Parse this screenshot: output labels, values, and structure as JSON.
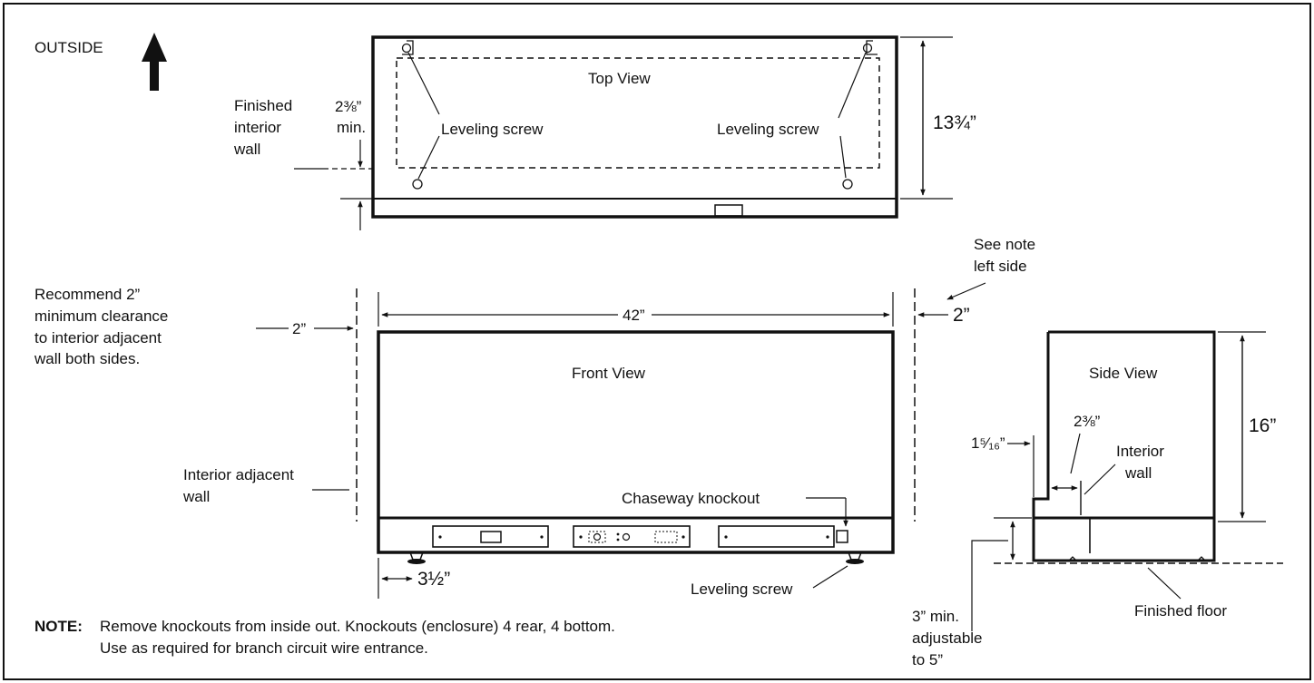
{
  "labels": {
    "outside": "OUTSIDE",
    "top_view": "Top View",
    "front_view": "Front View",
    "side_view": "Side View",
    "finished_interior_wall": [
      "Finished",
      "interior",
      "wall"
    ],
    "two_three_eighths_min": [
      "2⅜”",
      "min."
    ],
    "leveling_screw": "Leveling screw",
    "thirteen_three_quarters": "13¾”",
    "see_note": [
      "See note",
      "left side"
    ],
    "recommend": [
      "Recommend 2”",
      "minimum clearance",
      "to interior adjacent",
      "wall both sides."
    ],
    "two_in_left": "2”",
    "two_in_right": "2”",
    "forty_two": "42”",
    "interior_adjacent_wall": [
      "Interior adjacent",
      "wall"
    ],
    "chaseway_knockout": "Chaseway knockout",
    "three_half": "3½”",
    "sixteen": "16”",
    "one_five_sixteenths": "1⁵⁄₁₆”",
    "two_three_eighths": "2⅜”",
    "interior_wall": [
      "Interior",
      "wall"
    ],
    "three_min": [
      "3” min.",
      "adjustable",
      "to 5”"
    ],
    "finished_floor": "Finished floor",
    "note_label": "NOTE:",
    "note_lines": [
      "Remove knockouts from inside out. Knockouts (enclosure) 4 rear, 4 bottom.",
      "Use as required for branch circuit wire entrance."
    ]
  }
}
